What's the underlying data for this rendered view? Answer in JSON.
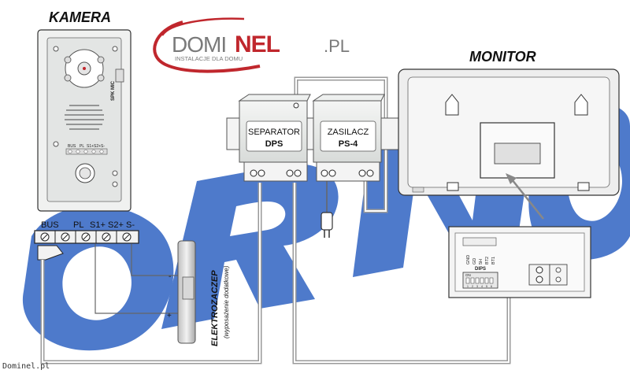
{
  "logo": {
    "name_part1": "DOMI",
    "name_part2": "NEL",
    "suffix": ".PL",
    "tagline": "INSTALACJE DLA DOMU",
    "colors": {
      "red": "#c0272d",
      "gray": "#7a7a7a"
    }
  },
  "watermark_brand": "ORNO",
  "camera": {
    "title": "KAMERA",
    "side_label": "SPK MIC",
    "panel_terminals": [
      "BUS",
      "PL",
      "S1+",
      "S2+",
      "S-"
    ],
    "terminal_labels": [
      "BUS",
      "PL",
      "S1+",
      "S2+",
      "S-"
    ]
  },
  "separator": {
    "line1": "SEPARATOR",
    "line2": "DPS"
  },
  "power_supply": {
    "line1": "ZASILACZ",
    "line2": "PS-4"
  },
  "monitor": {
    "title": "MONITOR"
  },
  "monitor_detail": {
    "pins": [
      "GND",
      "GD",
      "5H",
      "BT2",
      "BT1"
    ],
    "dips_label": "DIPS",
    "dip_on_label": "ON",
    "dip_numbers": [
      "1",
      "2",
      "3",
      "4",
      "5",
      "6"
    ]
  },
  "lock": {
    "title": "ELEKTROZACZEP",
    "subtitle": "(wyposażenie dodatkowe)",
    "minus": "-",
    "plus": "+"
  },
  "footer": {
    "site": "Dominel.pl"
  },
  "colors": {
    "wire": "#9a9a9a",
    "device_fill": "#e9ebea",
    "device_stroke": "#555555",
    "watermark_blue": "#3f6fc7"
  }
}
